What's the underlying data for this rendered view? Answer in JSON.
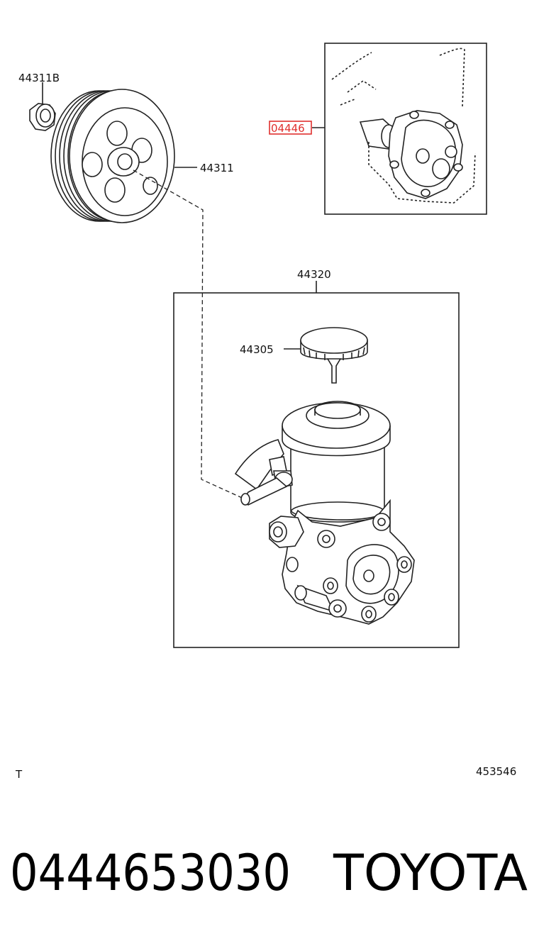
{
  "callouts": {
    "nut": "44311B",
    "pulley": "44311",
    "gasket_kit": "04446",
    "pump_assembly": "44320",
    "reservoir_cap": "44305"
  },
  "highlight_color": "#e0302e",
  "footer": {
    "left_code": "T",
    "diagram_id": "453546"
  },
  "part": {
    "number": "0444653030",
    "brand": "TOYOTA"
  }
}
